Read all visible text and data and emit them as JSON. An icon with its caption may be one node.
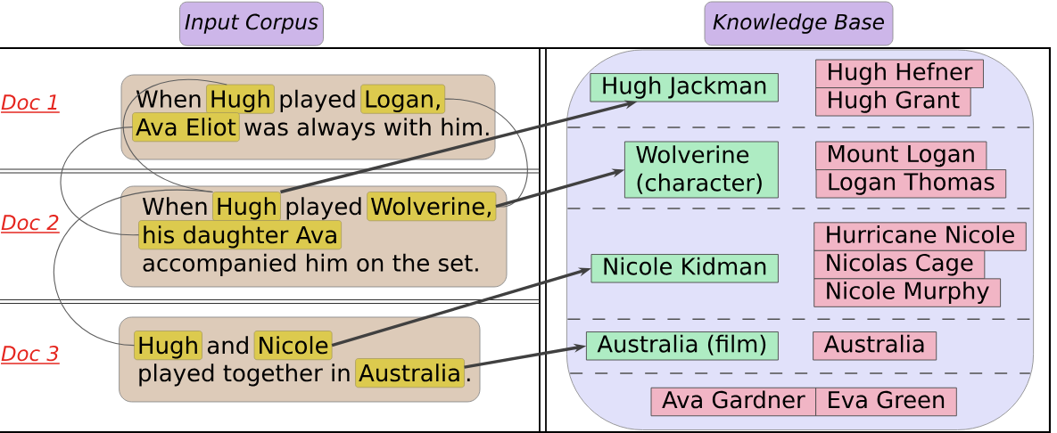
{
  "diagram": {
    "nodes": [
      {
        "text": [
          "Input Corpus"
        ]
      },
      {
        "text": [
          "Knowledge Base"
        ]
      },
      {
        "text": [
          "When",
          "played",
          "was always with him."
        ],
        "beside": [
          "Doc 1"
        ]
      },
      {
        "text": [
          "Hugh"
        ],
        "in": 2
      },
      {
        "text": [
          "Logan,"
        ],
        "in": 2
      },
      {
        "text": [
          "Ava Eliot"
        ],
        "in": 2
      },
      {
        "text": [
          "When",
          "played",
          "accompanied him on the set."
        ],
        "beside": [
          "Doc 2"
        ]
      },
      {
        "text": [
          "Hugh"
        ],
        "in": 6
      },
      {
        "text": [
          "Wolverine,"
        ],
        "in": 6
      },
      {
        "text": [
          "his daughter Ava"
        ],
        "in": 6
      },
      {
        "text": [
          "and",
          "played together in",
          "."
        ],
        "beside": [
          "Doc 3"
        ]
      },
      {
        "text": [
          "Hugh"
        ],
        "in": 10
      },
      {
        "text": [
          "Nicole"
        ],
        "in": 10
      },
      {
        "text": [
          "Australia"
        ],
        "in": 10
      },
      {
        "text": [],
        "shape": "box"
      },
      {
        "text": [
          "Hugh Jackman"
        ],
        "in": 14
      },
      {
        "text": [
          "Hugh Hefner"
        ],
        "in": 14
      },
      {
        "text": [
          "Hugh Grant"
        ],
        "in": 14
      },
      {
        "text": [
          "Wolverine (character)"
        ],
        "in": 14
      },
      {
        "text": [
          "Mount Logan"
        ],
        "in": 14
      },
      {
        "text": [
          "Logan Thomas"
        ],
        "in": 14
      },
      {
        "text": [
          "Nicole Kidman"
        ],
        "in": 14
      },
      {
        "text": [
          "Hurricane Nicole"
        ],
        "in": 14
      },
      {
        "text": [
          "Nicolas Cage"
        ],
        "in": 14
      },
      {
        "text": [
          "Nicole Murphy"
        ],
        "in": 14
      },
      {
        "text": [
          "Australia (film)"
        ],
        "in": 14
      },
      {
        "text": [
          "Australia"
        ],
        "in": 14
      },
      {
        "text": [
          "Ava Gardner"
        ],
        "in": 14
      },
      {
        "text": [
          "Eva Green"
        ],
        "in": 14
      }
    ],
    "edges": [
      {
        "from": 3,
        "to": 7,
        "arrow": "none"
      },
      {
        "from": 5,
        "to": 9,
        "arrow": "none"
      },
      {
        "from": 4,
        "to": 8,
        "arrow": "none"
      },
      {
        "from": 7,
        "to": 11,
        "arrow": "none"
      },
      {
        "from": 7,
        "to": 15,
        "arrow": "to",
        "style": "thick"
      },
      {
        "from": 8,
        "to": 18,
        "arrow": "to",
        "style": "thick"
      },
      {
        "from": 12,
        "to": 21,
        "arrow": "to",
        "style": "thick"
      },
      {
        "from": 13,
        "to": 25,
        "arrow": "to",
        "style": "thick"
      }
    ]
  }
}
